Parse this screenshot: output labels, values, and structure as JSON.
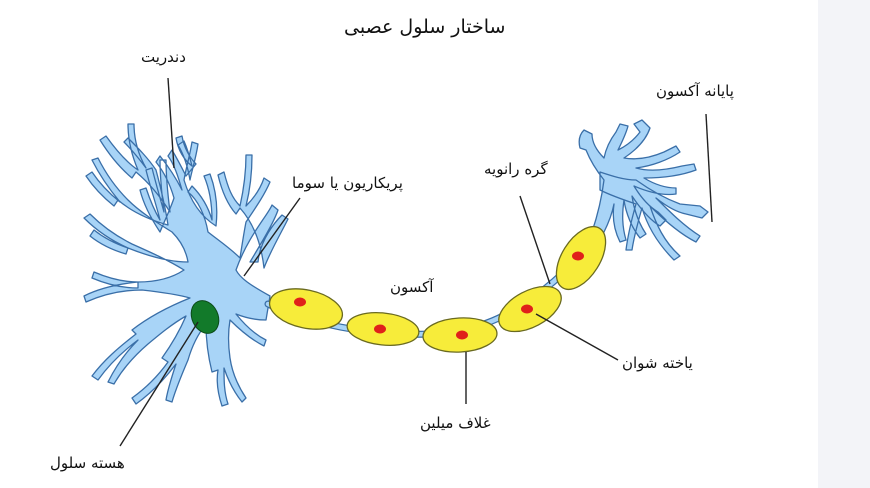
{
  "diagram": {
    "title": "ساختار سلول عصبی",
    "labels": {
      "dendrite": "دندریت",
      "soma": "پریکاریون یا سوما",
      "node_of_ranvier": "گره رانویه",
      "axon_terminal": "پایانه آکسون",
      "axon": "آکسون",
      "schwann_cell": "یاخته شوان",
      "myelin_sheath": "غلاف میلین",
      "nucleus": "هسته سلول"
    },
    "colors": {
      "cell_body": "#a8d4f7",
      "cell_outline": "#3a6fa8",
      "myelin": "#f7ec3a",
      "myelin_outline": "#6a6a20",
      "schwann_nucleus": "#e0201a",
      "cell_nucleus": "#127a2a",
      "leader_line": "#222222"
    }
  }
}
